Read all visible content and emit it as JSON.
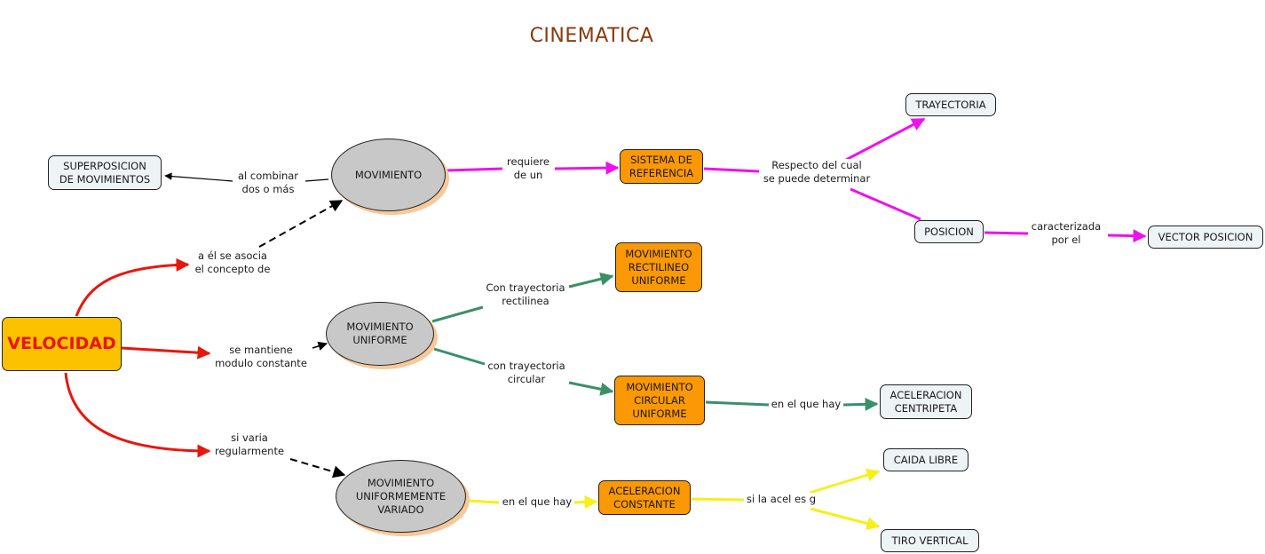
{
  "title": "CINEMATICA",
  "colors": {
    "title": "#8b3a0e",
    "red_links": "#e8160c",
    "magenta_links": "#ee11ee",
    "green_links": "#3a9068",
    "yellow_links": "#f5f01a",
    "black_links": "#000000",
    "orange_node": "#fb9805",
    "light_node": "#eef3f6",
    "ellipse_node": "#c8c8c8",
    "root_node": "#fcc200"
  },
  "nodes": {
    "velocidad": "VELOCIDAD",
    "movimiento": "MOVIMIENTO",
    "superposicion": "SUPERPOSICION DE MOVIMIENTOS",
    "sistema_referencia": "SISTEMA DE REFERENCIA",
    "trayectoria": "TRAYECTORIA",
    "posicion": "POSICION",
    "vector_posicion": "VECTOR POSICION",
    "movimiento_uniforme": "MOVIMIENTO UNIFORME",
    "mru": "MOVIMIENTO RECTILINEO UNIFORME",
    "mcu": "MOVIMIENTO CIRCULAR UNIFORME",
    "aceleracion_centripeta": "ACELERACION CENTRIPETA",
    "muv": "MOVIMIENTO UNIFORMEMENTE VARIADO",
    "aceleracion_constante": "ACELERACION CONSTANTE",
    "caida_libre": "CAIDA LIBRE",
    "tiro_vertical": "TIRO VERTICAL"
  },
  "links": {
    "asocia": "a él se asocia el  concepto de",
    "combinar": "al combinar dos o más",
    "requiere": "requiere de un",
    "respecto": "Respecto del cual se puede determinar",
    "caracterizada": "caracterizada por el",
    "mantiene": "se mantiene modulo constante",
    "rectilinea": "Con trayectoria rectilinea",
    "circular": "con trayectoria circular",
    "hay_centripeta": "en el que hay",
    "varia": "si varia regularmente",
    "hay_constante": "en el que hay",
    "acel_g": "si la acel es g"
  },
  "link_lines": {
    "asocia": [
      "a él se asocia",
      "el  concepto de"
    ],
    "combinar": [
      "al combinar",
      "dos o más"
    ],
    "requiere": [
      "requiere",
      "de un"
    ],
    "respecto": [
      "Respecto del cual",
      "se puede determinar"
    ],
    "caracterizada": [
      "caracterizada",
      "por el"
    ],
    "mantiene": [
      "se mantiene",
      "modulo constante"
    ],
    "rectilinea": [
      "Con trayectoria",
      "rectilinea"
    ],
    "circular": [
      "con trayectoria",
      "circular"
    ],
    "varia": [
      "si varia",
      "regularmente"
    ]
  },
  "node_lines": {
    "superposicion": [
      "SUPERPOSICION",
      "DE MOVIMIENTOS"
    ],
    "sistema_referencia": [
      "SISTEMA DE",
      "REFERENCIA"
    ],
    "movimiento_uniforme": [
      "MOVIMIENTO",
      "UNIFORME"
    ],
    "mru": [
      "MOVIMIENTO",
      "RECTILINEO",
      "UNIFORME"
    ],
    "mcu": [
      "MOVIMIENTO",
      "CIRCULAR",
      "UNIFORME"
    ],
    "aceleracion_centripeta": [
      "ACELERACION",
      "CENTRIPETA"
    ],
    "muv": [
      "MOVIMIENTO",
      "UNIFORMEMENTE",
      "VARIADO"
    ],
    "aceleracion_constante": [
      "ACELERACION",
      "CONSTANTE"
    ]
  }
}
